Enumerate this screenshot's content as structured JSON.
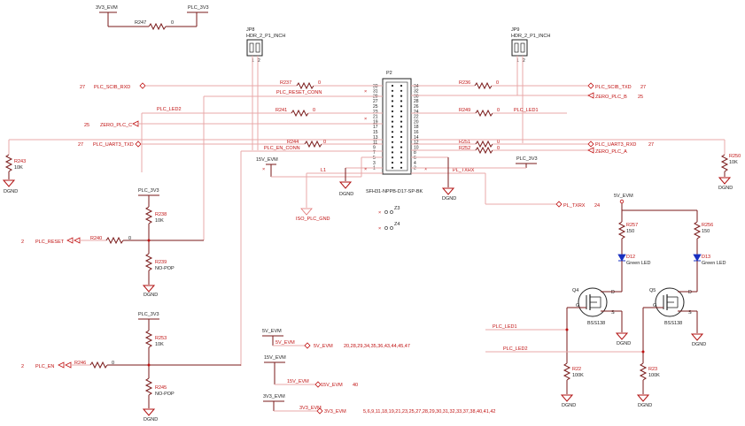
{
  "top": {
    "v3_evm": "3V3_EVM",
    "plc_3v3": "PLC_3V3",
    "r247": "R247",
    "r247_val": "0"
  },
  "jp8": {
    "ref": "JP8",
    "part": "HDR_2_P1_INCH",
    "pins": [
      "1",
      "2"
    ]
  },
  "jp9": {
    "ref": "JP9",
    "part": "HDR_2_P1_INCH",
    "pins": [
      "1",
      "2"
    ]
  },
  "p2": {
    "ref": "P2",
    "part": "SFH31-NPPB-D17-SP-BK",
    "left_pins": [
      "33",
      "31",
      "29",
      "27",
      "25",
      "23",
      "21",
      "19",
      "17",
      "15",
      "13",
      "11",
      "9",
      "7",
      "5",
      "3",
      "1"
    ],
    "right_pins": [
      "34",
      "32",
      "30",
      "28",
      "26",
      "24",
      "22",
      "20",
      "18",
      "16",
      "14",
      "12",
      "10",
      "8",
      "6",
      "4",
      "2"
    ]
  },
  "left": {
    "n27a": "27",
    "scib_rxd": "PLC_SCIB_RXD",
    "r237": "R237",
    "r237_val": "0",
    "reset_conn": "PLC_RESET_CONN",
    "led2": "PLC_LED2",
    "r241": "R241",
    "r241_val": "0",
    "n25": "25",
    "zero_c": "ZERO_PLC_C",
    "n27b": "27",
    "uart3_txd": "PLC_UART3_TXD",
    "r244": "R244",
    "r244_val": "0",
    "en_conn": "PLC_EN_CONN",
    "r243": "R243",
    "r243_val": "10K",
    "dgnd": "DGND",
    "v15": "15V_EVM",
    "l1": "L1",
    "iso": "ISO_PLC_GND"
  },
  "right": {
    "r236": "R236",
    "r236_val": "0",
    "scib_txd": "PLC_SCIB_TXD",
    "n27a": "27",
    "zero_b": "ZERO_PLC_B",
    "n25": "25",
    "r249": "R249",
    "r249_val": "0",
    "led1": "PLC_LED1",
    "r251": "R251",
    "r251_val": "0",
    "r252": "R252",
    "r252_val": "0",
    "uart3_rxd": "PLC_UART3_RXD",
    "n27b": "27",
    "zero_a": "ZERO_PLC_A",
    "r250": "R250",
    "r250_val": "10K",
    "dgnd": "DGND",
    "pl_txrx": "PL_TXRX",
    "plc_3v3": "PLC_3V3",
    "pl_txrx2": "PL_TXRX",
    "n24": "24",
    "z3": "Z3",
    "z4": "Z4"
  },
  "reset": {
    "plc_3v3": "PLC_3V3",
    "r238": "R238",
    "r238_val": "10K",
    "n2": "2",
    "net": "PLC_RESET",
    "r240": "R240",
    "r240_val": "0",
    "r239": "R239",
    "r239_val": "NO-POP",
    "dgnd": "DGND"
  },
  "en": {
    "plc_3v3": "PLC_3V3",
    "r253": "R253",
    "r253_val": "10K",
    "n2": "2",
    "net": "PLC_EN",
    "r246": "R246",
    "r246_val": "0",
    "r245": "R245",
    "r245_val": "NO-POP",
    "dgnd": "DGND"
  },
  "power": {
    "v5_lbl": "5V_EVM",
    "v5_net": "5V_EVM",
    "v5_pages": "20,28,29,34,35,36,43,44,45,47",
    "v15_lbl": "15V_EVM",
    "v15_net": "15V_EVM",
    "v15_pages": "40",
    "v3_lbl": "3V3_EVM",
    "v3_net": "3V3_EVM",
    "v3_pages": "5,6,9,11,18,19,21,23,25,27,28,29,30,31,32,33,37,38,40,41,42"
  },
  "leds": {
    "v5": "5V_EVM",
    "r257": "R257",
    "r257_val": "150",
    "r256": "R256",
    "r256_val": "150",
    "d12": "D12",
    "d12_val": "Green LED",
    "d13": "D13",
    "d13_val": "Green LED",
    "q4": "Q4",
    "q5": "Q5",
    "g": "G",
    "d": "D",
    "s": "S",
    "bss": "BSS138",
    "led1": "PLC_LED1",
    "led2": "PLC_LED2",
    "r22": "R22",
    "r22_val": "100K",
    "r23": "R23",
    "r23_val": "100K",
    "dgnd": "DGND"
  }
}
